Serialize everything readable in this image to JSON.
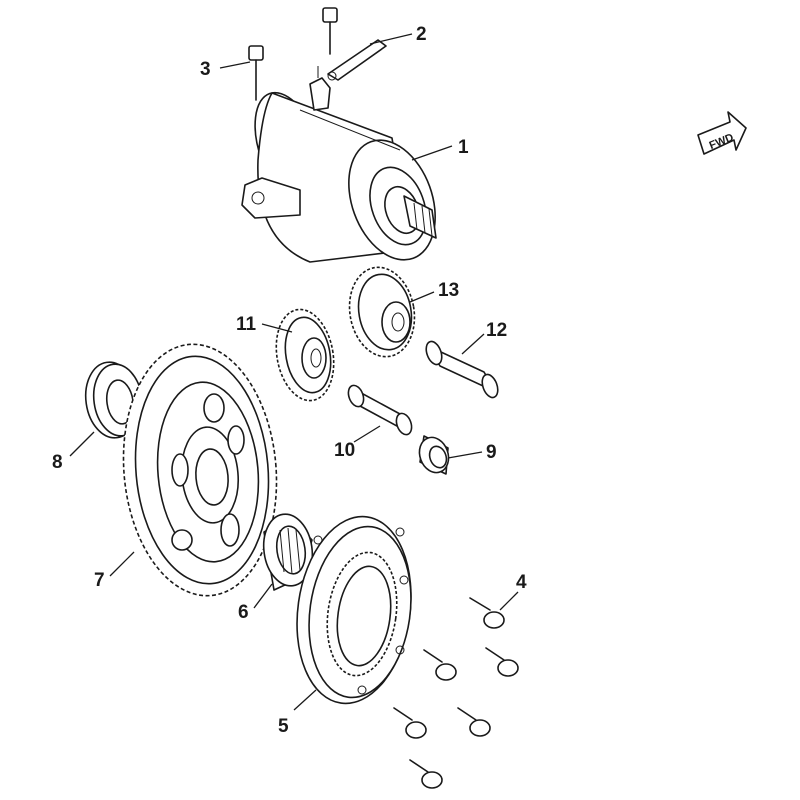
{
  "fwd_label": "FWD",
  "ink_color": "#1a1a1a",
  "callouts": [
    {
      "id": "1",
      "label": "1"
    },
    {
      "id": "2",
      "label": "2"
    },
    {
      "id": "3",
      "label": "3"
    },
    {
      "id": "4",
      "label": "4"
    },
    {
      "id": "5",
      "label": "5"
    },
    {
      "id": "6",
      "label": "6"
    },
    {
      "id": "7",
      "label": "7"
    },
    {
      "id": "8",
      "label": "8"
    },
    {
      "id": "9",
      "label": "9"
    },
    {
      "id": "10",
      "label": "10"
    },
    {
      "id": "11",
      "label": "11"
    },
    {
      "id": "12",
      "label": "12"
    },
    {
      "id": "13",
      "label": "13"
    }
  ]
}
